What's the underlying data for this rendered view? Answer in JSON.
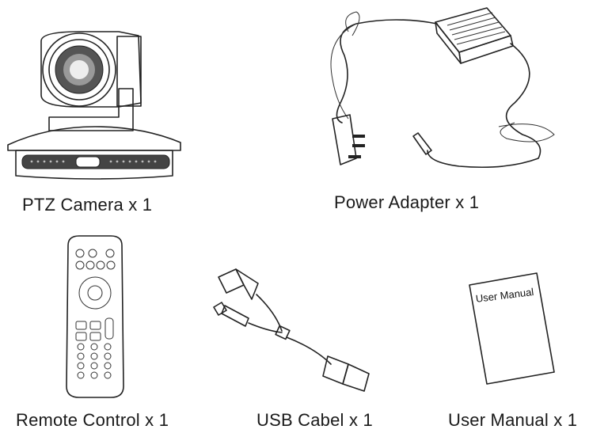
{
  "items": {
    "camera": {
      "caption": "PTZ Camera x 1"
    },
    "adapter": {
      "caption": "Power Adapter x 1"
    },
    "remote": {
      "caption": "Remote Control x 1"
    },
    "usb": {
      "caption": "USB Cabel x 1"
    },
    "manual": {
      "caption": "User Manual x 1",
      "cover_text": "User Manual"
    }
  }
}
